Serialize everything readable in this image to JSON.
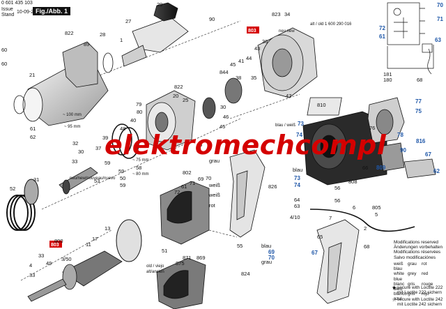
{
  "header": {
    "part_no": "0 601 435 103",
    "issue_label": "Issue",
    "stand_label": "Stand",
    "date": "10-09-29",
    "fig_label": "Fig./Abb. 1"
  },
  "watermark": "elektromechcompl",
  "callouts": {
    "red_top": "803",
    "red_left": "803"
  },
  "labels": {
    "n29": "29",
    "n27": "27",
    "n28": "28",
    "n1": "1",
    "n822a": "822",
    "n89": "89",
    "n60a": "60",
    "n60b": "60",
    "n21": "21",
    "n79": "79",
    "n844": "844",
    "n30": "30",
    "n823": "823",
    "n34": "34",
    "n36": "36",
    "n43": "43",
    "n44": "44",
    "n45a": "45",
    "n41": "41",
    "n35": "35",
    "n38": "38",
    "n47": "47",
    "n46": "46",
    "n45b": "45",
    "n90": "90",
    "n70a": "70",
    "n71a": "71",
    "n72a": "72",
    "n63a": "63",
    "n61a": "61",
    "n181": "181",
    "n180": "180",
    "n68": "68",
    "n810": "810",
    "n77": "77",
    "n75": "75",
    "n78": "78",
    "n74": "74",
    "n73": "73",
    "n76": "76",
    "n816": "816",
    "n90b": "90",
    "n67": "67",
    "n66": "66",
    "n808": "808",
    "n809": "809",
    "n62": "62",
    "n822b": "822",
    "n20": "20",
    "n25": "25",
    "n80": "80",
    "n61": "61",
    "n62b": "62",
    "n40": "40",
    "n48": "48",
    "n39": "39",
    "n37": "37",
    "n32": "32",
    "n30b": "30",
    "n33": "33",
    "n45c": "45",
    "n53": "53",
    "n58": "58",
    "n59a": "59",
    "n59b": "59",
    "n50": "50",
    "n59c": "59",
    "n31": "31",
    "n52": "52",
    "n802": "802",
    "n61b": "61",
    "n71b": "71",
    "n69": "69",
    "n70b": "70",
    "n72b": "72",
    "n6": "6",
    "n805": "805",
    "n5": "5",
    "n7": "7",
    "n51": "51",
    "n13": "13",
    "n17": "17",
    "n11": "11",
    "n3_50": "3/50",
    "n49": "49",
    "n33b": "33",
    "n4": "4",
    "n33c": "33",
    "n55": "55",
    "n826": "826",
    "n73b": "73",
    "n74b": "74",
    "n64": "64",
    "n63b": "63",
    "n56a": "56",
    "n56b": "56",
    "n4_10": "4/10",
    "n69b": "69",
    "n70c": "70",
    "n65": "65",
    "n67b": "67",
    "n824": "824",
    "n871": "871",
    "n869": "869",
    "n875": "875",
    "n68b": "68",
    "n2": "2",
    "n800": "800"
  },
  "wire_colors": [
    "grau",
    "weiß",
    "weiß",
    "rot",
    "blau",
    "blau",
    "grau"
  ],
  "text_blocks": {
    "neu_new": "neu\nnew",
    "alt_old": "alt / old\n1 600 290 016",
    "blau_weiss": "blau / weiß",
    "old_viejo": "old / viejo",
    "alt_ancien": "alt/ancien",
    "dim_100": "~ 100 mm",
    "dim_95": "~ 95 mm",
    "dim_75": "~ 75 mm",
    "dim_80": "~ 80 mm",
    "neu_new_nouveau": "neu/new/nouveau/nuevo"
  },
  "notes": {
    "modifications": "Modifications reserved\nÄnderungen vorbehalten\nModifications réservées\nSalvo modificaciónes",
    "loctite222": "secure with Loctite 222\nmit Loctite 222 sichern",
    "loctite242": "secure with Loctite 242\nmit Loctite 242 sichern"
  },
  "color_table": {
    "header": [
      "weiß",
      "grau",
      "rot",
      "blau"
    ],
    "rows": [
      [
        "white",
        "grey",
        "red",
        "blue"
      ],
      [
        "blanc",
        "gris",
        "rouge",
        "bleu"
      ],
      [
        "blanco",
        "gris",
        "rojo",
        "azul"
      ]
    ]
  }
}
